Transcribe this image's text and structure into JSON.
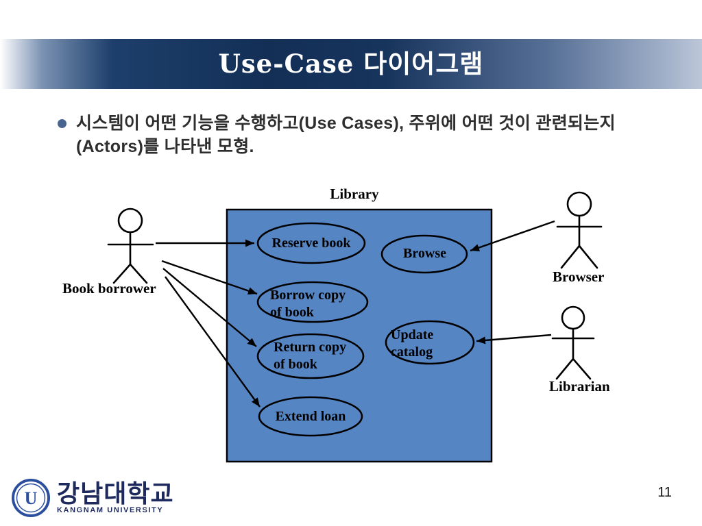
{
  "slide": {
    "title": "Use-Case 다이어그램",
    "bullet": "시스템이 어떤 기능을 수행하고(Use Cases), 주위에 어떤 것이 관련되는지(Actors)를 나타낸 모형.",
    "page_number": "11"
  },
  "diagram": {
    "system": {
      "label": "Library"
    },
    "use_cases": [
      {
        "id": "reserve-book",
        "label": "Reserve book"
      },
      {
        "id": "browse",
        "label": "Browse"
      },
      {
        "id": "borrow-copy-of-book",
        "label": "Borrow copy\nof book"
      },
      {
        "id": "update-catalog",
        "label": "Update\ncatalog"
      },
      {
        "id": "return-copy-of-book",
        "label": "Return copy\nof book"
      },
      {
        "id": "extend-loan",
        "label": "Extend loan"
      }
    ],
    "actors": [
      {
        "id": "book-borrower",
        "label": "Book borrower"
      },
      {
        "id": "browser",
        "label": "Browser"
      },
      {
        "id": "librarian",
        "label": "Librarian"
      }
    ],
    "colors": {
      "system_fill": "#5685C4",
      "outline": "#000000",
      "banner_navy": "#16355E"
    }
  },
  "footer": {
    "university_korean": "강남대학교",
    "university_english": "KANGNAM UNIVERSITY",
    "logo_letter": "U"
  }
}
